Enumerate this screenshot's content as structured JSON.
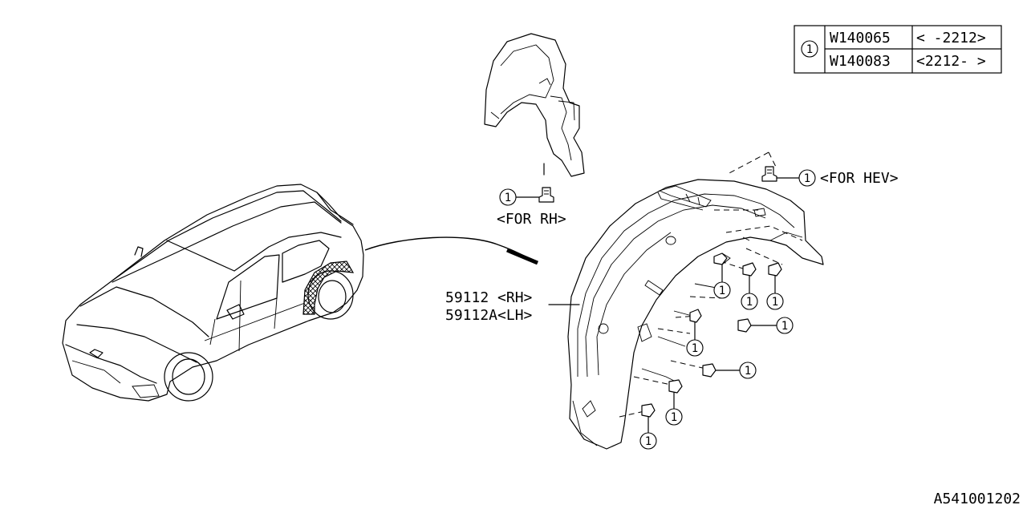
{
  "diagram": {
    "callout_symbol": "1",
    "part_table": {
      "rows": [
        {
          "part_no": "W140065",
          "range": "< -2212>"
        },
        {
          "part_no": "W140083",
          "range": "<2212- >"
        }
      ]
    },
    "labels": {
      "for_rh": "<FOR RH>",
      "for_hev": "<FOR HEV>",
      "part_rh": "59112 <RH>",
      "part_lh": "59112A<LH>"
    },
    "illustration_code": "A541001202"
  }
}
